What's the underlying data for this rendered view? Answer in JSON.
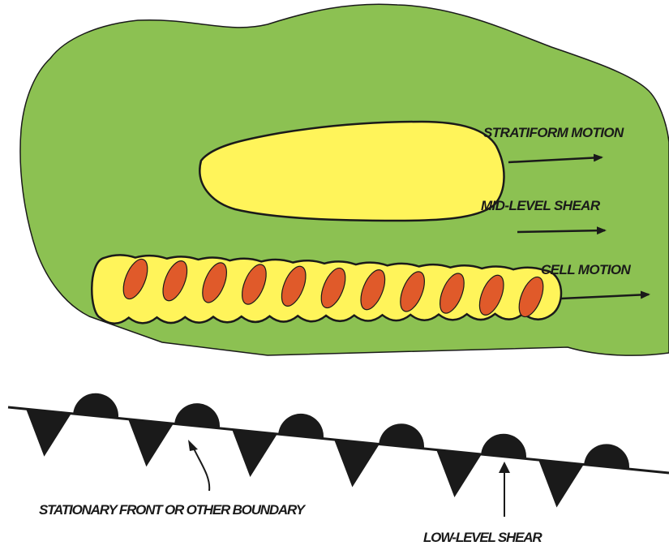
{
  "labels": {
    "stratiform_motion": "STRATIFORM MOTION",
    "mid_level_shear": "MID-LEVEL SHEAR",
    "cell_motion": "CELL MOTION",
    "stationary_front": "STATIONARY FRONT OR OTHER BOUNDARY",
    "low_level_shear": "LOW-LEVEL SHEAR"
  },
  "colors": {
    "stratiform_region": "#8cc152",
    "stratiform_core": "#fff45a",
    "convective_line": "#fff45a",
    "convective_cells": "#e05a2a",
    "outline": "#1a1a1a",
    "front_symbols": "#1a1a1a"
  },
  "counts": {
    "convective_cells": 11,
    "front_semicircles": 6,
    "front_triangles": 6
  }
}
